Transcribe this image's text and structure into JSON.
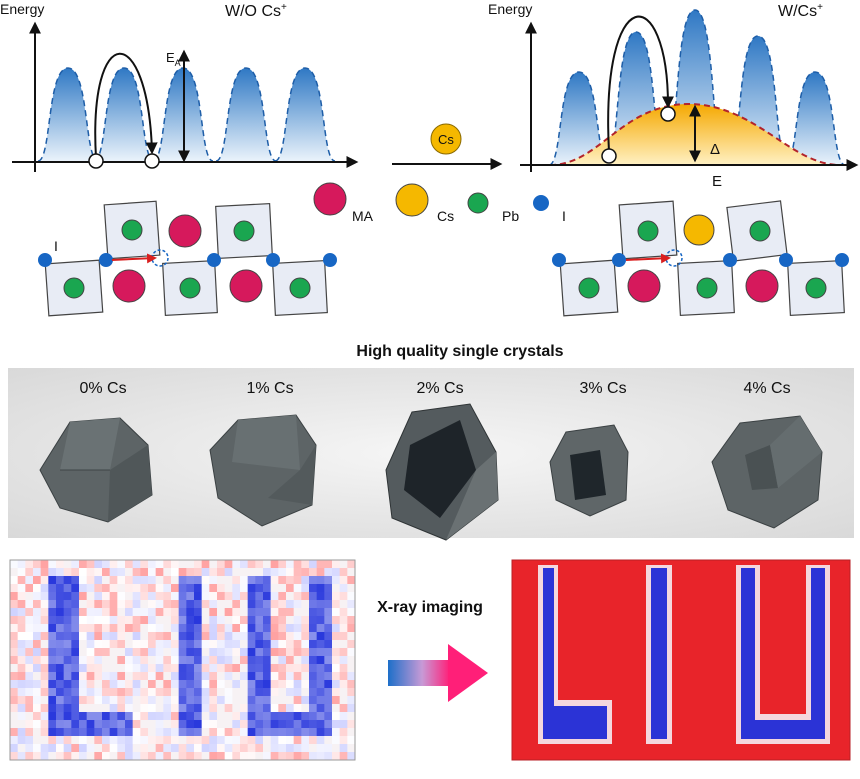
{
  "energy_left": {
    "axis_label": "Energy",
    "condition_label": "W/O Cs",
    "condition_sup": "+",
    "barrier_label_main": "E",
    "barrier_label_sub": "A"
  },
  "energy_right": {
    "axis_label": "Energy",
    "condition_label": "W/Cs",
    "condition_sup": "+",
    "delta_label": "Δ",
    "axis_x_label": "E"
  },
  "transition": {
    "dopant_label": "Cs"
  },
  "legend": {
    "items": [
      {
        "label": "MA",
        "color": "#d6195c"
      },
      {
        "label": "Cs",
        "color": "#f5b800"
      },
      {
        "label": "Pb",
        "color": "#1aa650"
      },
      {
        "label": "I",
        "color": "#1766c4"
      }
    ]
  },
  "lattice_left": {
    "ion_label": "I"
  },
  "crystals": {
    "title": "High quality single crystals",
    "labels": [
      "0% Cs",
      "1% Cs",
      "2% Cs",
      "3% Cs",
      "4% Cs"
    ]
  },
  "imaging": {
    "label": "X-ray imaging"
  },
  "colors": {
    "peak_blue": "#2f7cc9",
    "barrier_orange": "#f5b20a",
    "dashed_red": "#b3242b",
    "map_blue": "#2b33d6",
    "map_red": "#e8242a"
  }
}
